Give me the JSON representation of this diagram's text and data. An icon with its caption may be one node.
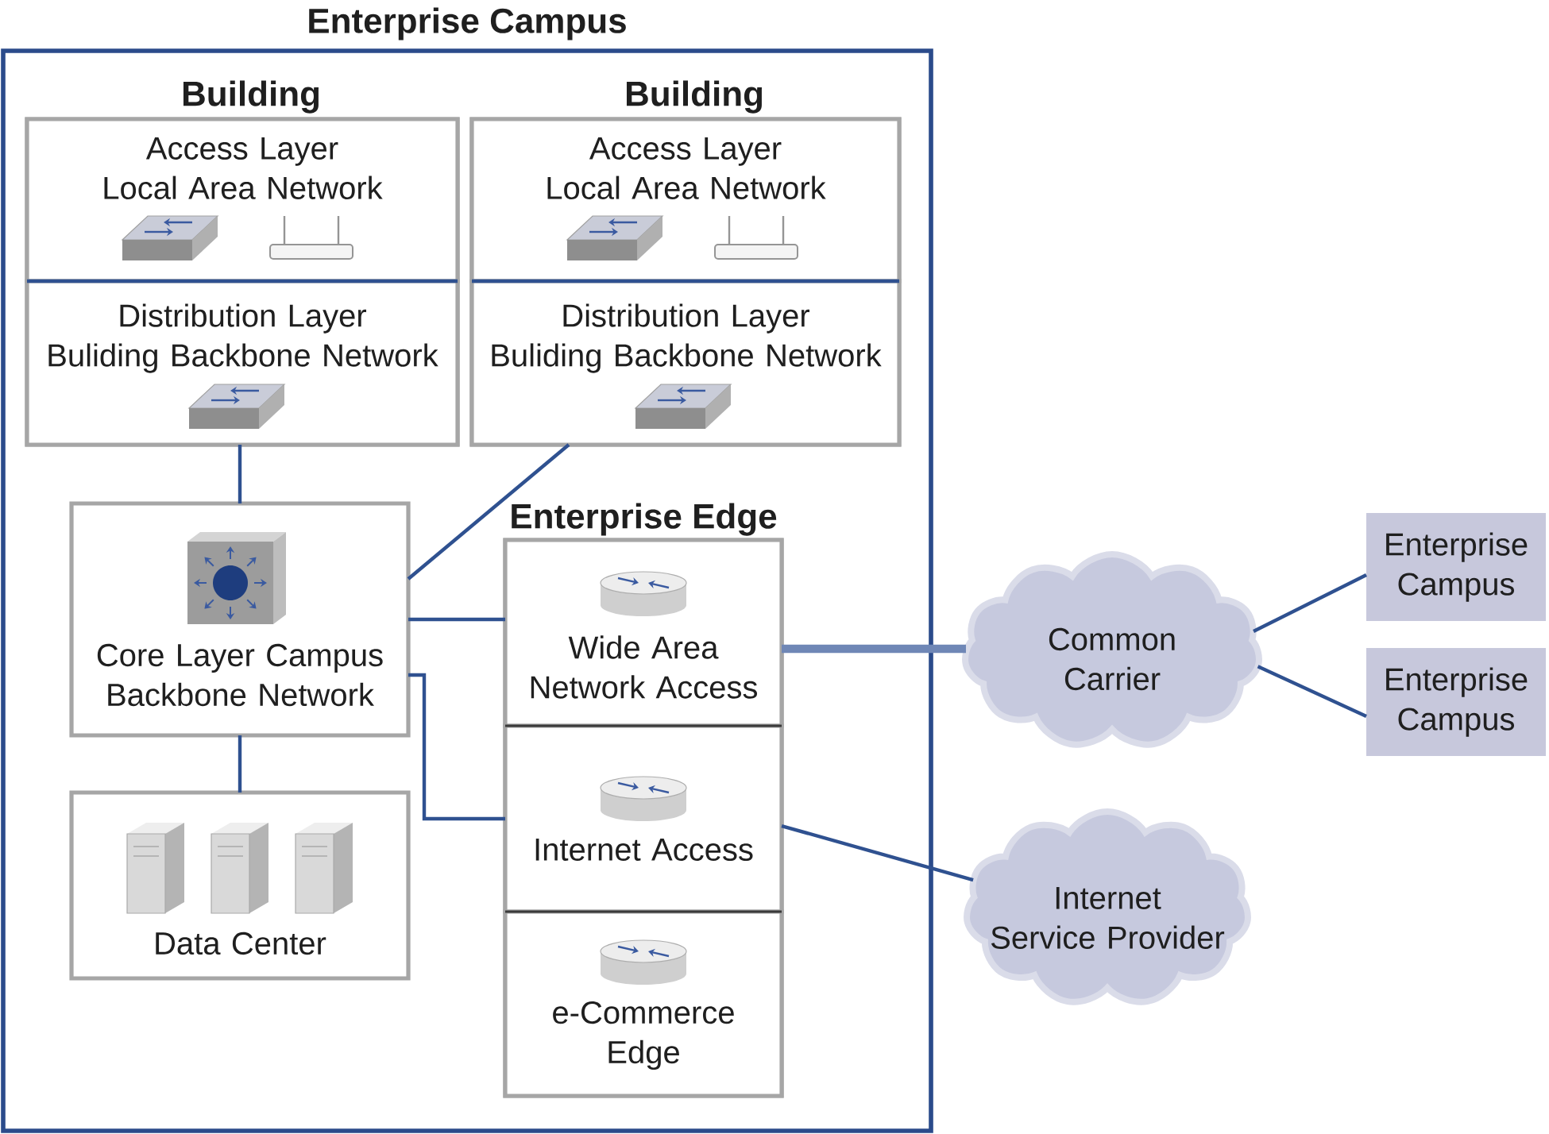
{
  "diagram": {
    "nodes": [
      {
        "text": [
          "Enterprise Campus"
        ]
      },
      {
        "text": [
          "Building"
        ],
        "in": 0
      },
      {
        "text": [
          "Access Layer Local Area Network"
        ],
        "in": 1
      },
      {
        "text": [
          "Distribution Layer Buliding Backbone Network"
        ],
        "in": 1
      },
      {
        "text": [
          "Building"
        ],
        "in": 0
      },
      {
        "text": [
          "Access Layer Local Area Network"
        ],
        "in": 4
      },
      {
        "text": [
          "Distribution Layer Buliding Backbone Network"
        ],
        "in": 4
      },
      {
        "text": [
          "Core Layer Campus Backbone Network"
        ],
        "in": 0
      },
      {
        "text": [
          "Data Center"
        ],
        "in": 0
      },
      {
        "text": [
          "Enterprise Edge"
        ],
        "in": 0
      },
      {
        "text": [
          "Wide Area Network Access"
        ],
        "in": 9
      },
      {
        "text": [
          "Internet Access"
        ],
        "in": 9
      },
      {
        "text": [
          "e-Commerce Edge"
        ],
        "in": 9
      },
      {
        "text": [
          "Common Carrier"
        ]
      },
      {
        "text": [
          "Internet Service Provider"
        ]
      },
      {
        "text": [
          "Enterprise Campus"
        ]
      },
      {
        "text": [
          "Enterprise Campus"
        ]
      }
    ],
    "edges": [
      {
        "from": 3,
        "to": 7,
        "arrow": "none"
      },
      {
        "from": 6,
        "to": 7,
        "arrow": "none"
      },
      {
        "from": 7,
        "to": 10,
        "arrow": "none"
      },
      {
        "from": 7,
        "to": 11,
        "arrow": "none"
      },
      {
        "from": 7,
        "to": 8,
        "arrow": "none"
      },
      {
        "from": 10,
        "to": 13,
        "arrow": "none",
        "style": "thick",
        "color": "#6f87b6"
      },
      {
        "from": 11,
        "to": 14,
        "arrow": "none"
      },
      {
        "from": 13,
        "to": 15,
        "arrow": "none"
      },
      {
        "from": 13,
        "to": 16,
        "arrow": "none"
      }
    ]
  }
}
